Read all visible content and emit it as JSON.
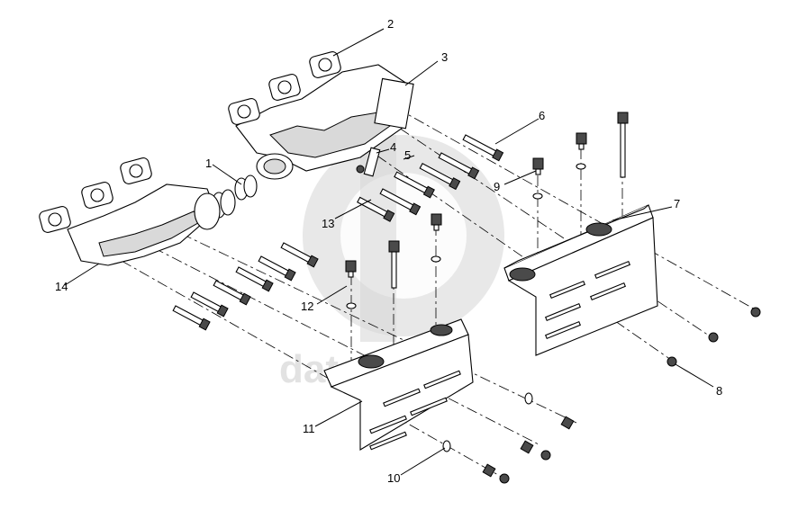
{
  "diagram": {
    "watermark_text": "data-parts",
    "callouts": [
      {
        "id": "c1",
        "label": "1"
      },
      {
        "id": "c2",
        "label": "2"
      },
      {
        "id": "c3",
        "label": "3"
      },
      {
        "id": "c4",
        "label": "4"
      },
      {
        "id": "c5",
        "label": "5"
      },
      {
        "id": "c6",
        "label": "6"
      },
      {
        "id": "c7",
        "label": "7"
      },
      {
        "id": "c8",
        "label": "8"
      },
      {
        "id": "c9",
        "label": "9"
      },
      {
        "id": "c10",
        "label": "10"
      },
      {
        "id": "c11",
        "label": "11"
      },
      {
        "id": "c12",
        "label": "12"
      },
      {
        "id": "c13",
        "label": "13"
      },
      {
        "id": "c14",
        "label": "14"
      }
    ]
  }
}
